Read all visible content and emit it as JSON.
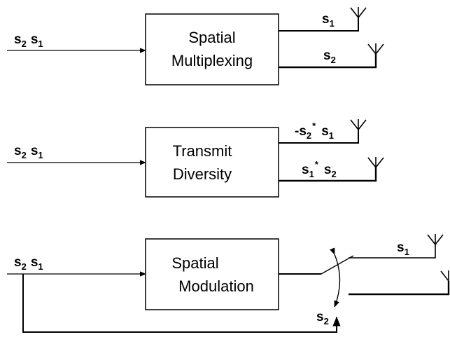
{
  "symbols": {
    "s": "s",
    "one": "1",
    "two": "2",
    "conj": "*",
    "neg": "-"
  },
  "blocks": {
    "spatial_multiplexing": {
      "line1": "Spatial",
      "line2": "Multiplexing"
    },
    "transmit_diversity": {
      "line1": "Transmit",
      "line2": "Diversity"
    },
    "spatial_modulation": {
      "line1": "Spatial",
      "line2": "Modulation"
    }
  }
}
